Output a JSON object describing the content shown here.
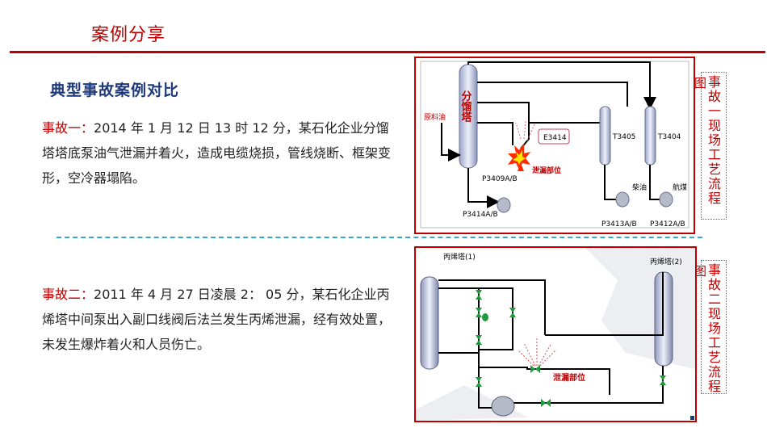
{
  "header": {
    "title": "案例分享"
  },
  "section": {
    "title": "典型事故案例对比"
  },
  "accidents": [
    {
      "label": "事故一：",
      "text": "2014 年 1 月 12 日 13 时 12 分，某石化企业分馏塔塔底泵油气泄漏并着火，造成电缆烧损，管线烧断、框架变形，空冷器塌陷。"
    },
    {
      "label": "事故二：",
      "text": "2011 年 4 月 27 日凌晨 2： 05 分，某石化企业丙烯塔中间泵出入副口线阀后法兰发生丙烯泄漏，经有效处置，未发生爆炸着火和人员伤亡。"
    }
  ],
  "figure1": {
    "caption_lead": "图",
    "caption": "事故一现场工艺流程",
    "labels": {
      "tower": "分馏塔",
      "feed": "原料油",
      "e3414": "E3414",
      "t3405": "T3405",
      "t3404": "T3404",
      "p3409": "P3409A/B",
      "leak": "泄漏部位",
      "p3414": "P3414A/B",
      "diesel": "柴油",
      "jet": "航煤",
      "p3413": "P3413A/B",
      "p3412": "P3412A/B"
    }
  },
  "figure2": {
    "caption_lead": "图",
    "caption": "事故二现场工艺流程",
    "labels": {
      "tower1": "丙烯塔(1)",
      "tower2": "丙烯塔(2)",
      "leak": "泄漏部位"
    }
  },
  "colors": {
    "accent": "#c00000",
    "title_blue": "#1f3a7a",
    "divider": "#3aa6d8"
  }
}
